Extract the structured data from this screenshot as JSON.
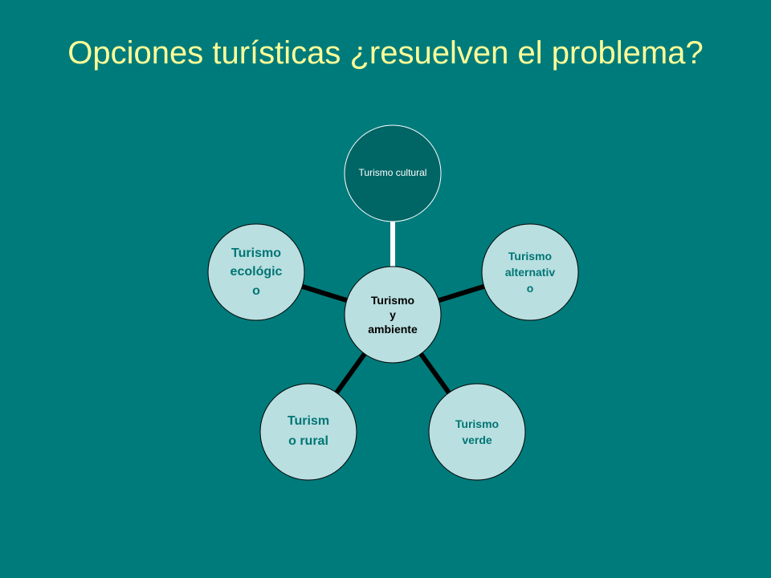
{
  "title": "Opciones turísticas ¿resuelven el problema?",
  "diagram": {
    "center": {
      "label": "Turismo\ny\nambiente"
    },
    "nodes": [
      {
        "id": "cultural",
        "label": "Turismo cultural"
      },
      {
        "id": "alternativo",
        "label": "Turismo\nalternativ\no"
      },
      {
        "id": "verde",
        "label": "Turismo\nverde"
      },
      {
        "id": "rural",
        "label": "Turism\no rural"
      },
      {
        "id": "ecologico",
        "label": "Turismo\necológic\no"
      }
    ]
  },
  "colors": {
    "background": "#007B7B",
    "title": "#FFFF99",
    "node_fill": "#B9DFE0",
    "node_text": "#007575",
    "highlight_fill": "#006565",
    "highlight_text": "#FFFFFF",
    "center_text": "#000000"
  }
}
